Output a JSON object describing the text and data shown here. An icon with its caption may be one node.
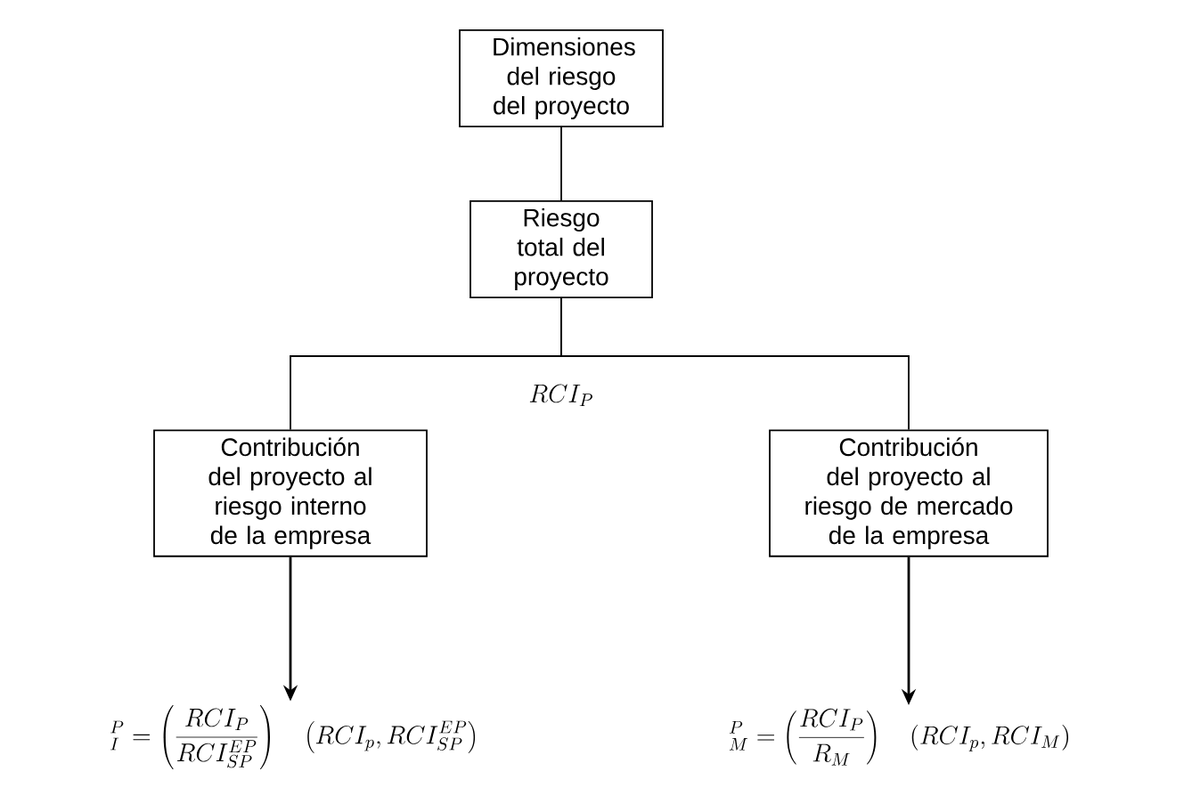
{
  "diagram": {
    "nodes": [
      {
        "text": [
          "Dimensiones del riesgo del proyecto"
        ]
      },
      {
        "text": [
          "Riesgo total del proyecto"
        ]
      },
      {
        "text": [
          "Contribución del proyecto al riesgo interno de la empresa"
        ]
      },
      {
        "text": [
          "Contribución del proyecto al riesgo de mercado de la empresa"
        ]
      },
      {
        "text": [
          "{}^{P}_{I} = \\left(\\frac{RCI_{P}}{RCI^{EP}_{SP}}\\right) \\quad \\left(RCI_{p}, RCI^{EP}_{SP}\\right)"
        ]
      },
      {
        "text": [
          "{}^{P}_{M} = \\left(\\frac{RCI_{P}}{R_{M}}\\right) \\quad \\left(RCI_{p}, RCI_{M}\\right)"
        ]
      }
    ],
    "edges": [
      {
        "from": 0,
        "to": 1,
        "arrow": "none"
      },
      {
        "from": 1,
        "to": 2,
        "arrow": "none"
      },
      {
        "from": 1,
        "to": 3,
        "arrow": "none"
      },
      {
        "from": 2,
        "to": 4,
        "arrow": "to"
      },
      {
        "from": 3,
        "to": 5,
        "arrow": "to"
      }
    ],
    "labels": [
      "RCI_{P}"
    ]
  }
}
